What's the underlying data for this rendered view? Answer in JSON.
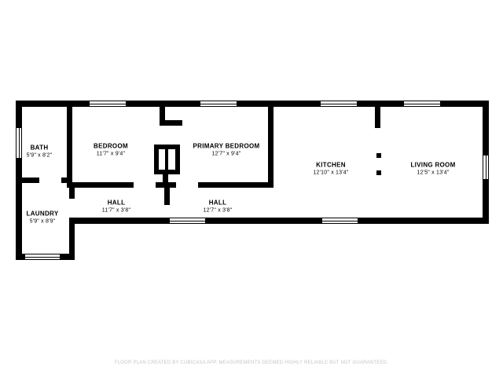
{
  "rooms": [
    {
      "name": "BATH",
      "dims": "5'9\" x 8'2\""
    },
    {
      "name": "BEDROOM",
      "dims": "11'7\" x 9'4\""
    },
    {
      "name": "PRIMARY BEDROOM",
      "dims": "12'7\" x 9'4\""
    },
    {
      "name": "KITCHEN",
      "dims": "12'10\" x 13'4\""
    },
    {
      "name": "LIVING ROOM",
      "dims": "12'5\" x 13'4\""
    },
    {
      "name": "HALL",
      "dims": "11'7\" x 3'8\""
    },
    {
      "name": "HALL",
      "dims": "12'7\" x 3'8\""
    },
    {
      "name": "LAUNDRY",
      "dims": "5'9\" x 8'9\""
    }
  ],
  "footer": {
    "disclaimer": "FLOOR PLAN CREATED BY CUBICASA APP. MEASUREMENTS DEEMED HIGHLY RELIABLE BUT NOT GUARANTEED."
  },
  "colors": {
    "wall": "#000000",
    "background": "#ffffff",
    "footer_text": "#c6c6c6"
  }
}
